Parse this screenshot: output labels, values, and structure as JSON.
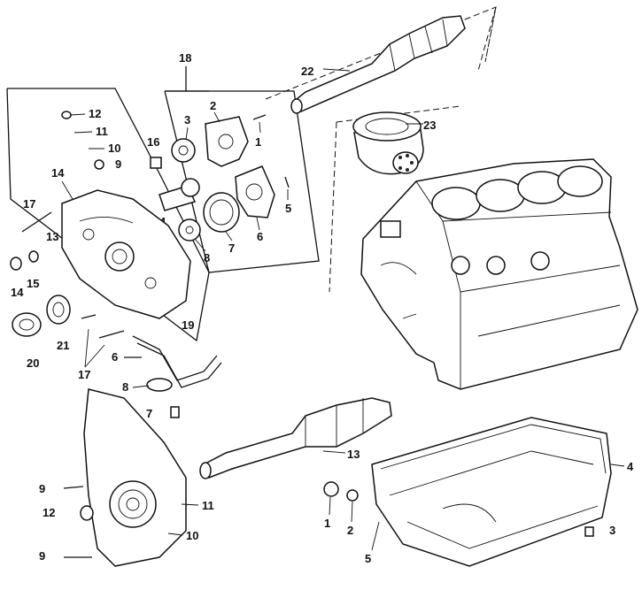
{
  "labels": {
    "group_18": "18",
    "pump_1": "1",
    "pump_2": "2",
    "pump_3": "3",
    "pump_4": "4",
    "pump_5": "5",
    "pump_6": "6",
    "pump_7": "7",
    "pump_8": "8",
    "filter_23": "23",
    "shaft_22": "22",
    "cover_9": "9",
    "cover_10": "10",
    "cover_11": "11",
    "cover_12": "12",
    "cover_13": "13",
    "cover_14": "14",
    "cover_15": "15",
    "cover_16": "16",
    "cover_17": "17",
    "cover_17b": "17",
    "cover_19": "19",
    "cover_20": "20",
    "cover_21": "21",
    "pickup_6": "6",
    "pickup_7": "7",
    "pickup_8": "8",
    "front_9a": "9",
    "front_9b": "9",
    "front_10": "10",
    "front_11": "11",
    "front_12": "12",
    "shaft_13": "13",
    "pan_1": "1",
    "pan_2": "2",
    "pan_3": "3",
    "pan_4": "4",
    "pan_5": "5"
  }
}
